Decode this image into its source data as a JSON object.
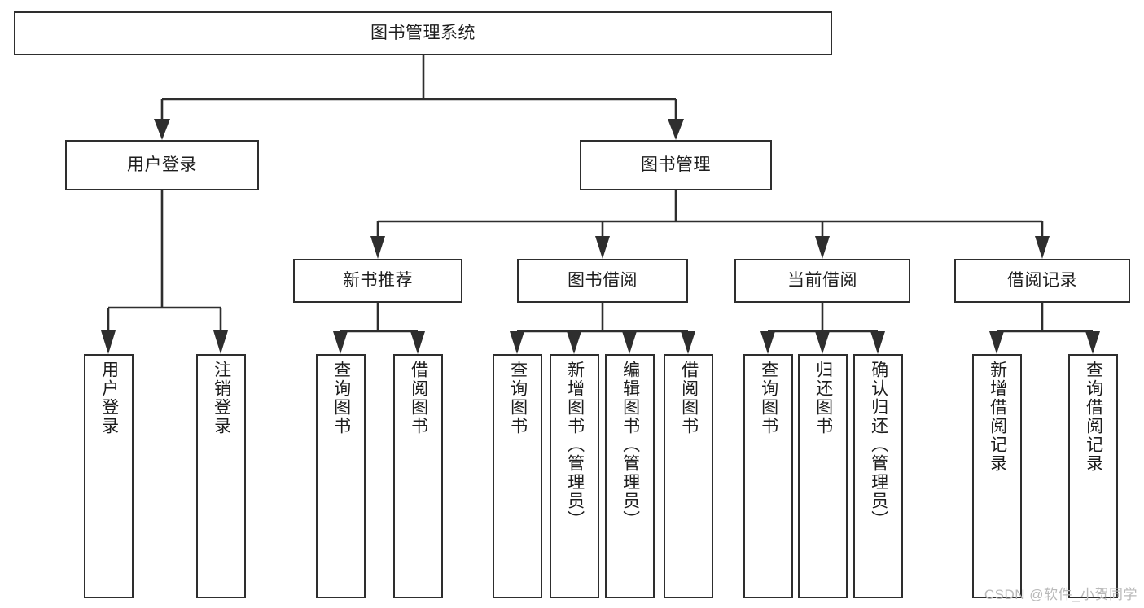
{
  "diagram": {
    "title": "图书管理系统",
    "type": "tree-hierarchy-chart",
    "root": {
      "label": "图书管理系统"
    },
    "level2": [
      {
        "label": "用户登录"
      },
      {
        "label": "图书管理"
      }
    ],
    "level3": [
      {
        "label": "新书推荐"
      },
      {
        "label": "图书借阅"
      },
      {
        "label": "当前借阅"
      },
      {
        "label": "借阅记录"
      }
    ],
    "leaves": {
      "user_login": [
        {
          "label": "用户登录"
        },
        {
          "label": "注销登录"
        }
      ],
      "new_book_recommend": [
        {
          "label": "查询图书"
        },
        {
          "label": "借阅图书"
        }
      ],
      "book_borrow": [
        {
          "label": "查询图书"
        },
        {
          "label": "新增图书（管理员）"
        },
        {
          "label": "编辑图书（管理员）"
        },
        {
          "label": "借阅图书"
        }
      ],
      "current_borrow": [
        {
          "label": "查询图书"
        },
        {
          "label": "归还图书"
        },
        {
          "label": "确认归还（管理员）"
        }
      ],
      "borrow_record": [
        {
          "label": "新增借阅记录"
        },
        {
          "label": "查询借阅记录"
        }
      ]
    }
  },
  "watermark": {
    "text": "CSDN @软件_小贺同学"
  },
  "colors": {
    "stroke": "#2e2e2e",
    "text": "#1d1d1d",
    "background": "#ffffff",
    "watermark": "#b9b9b9"
  }
}
